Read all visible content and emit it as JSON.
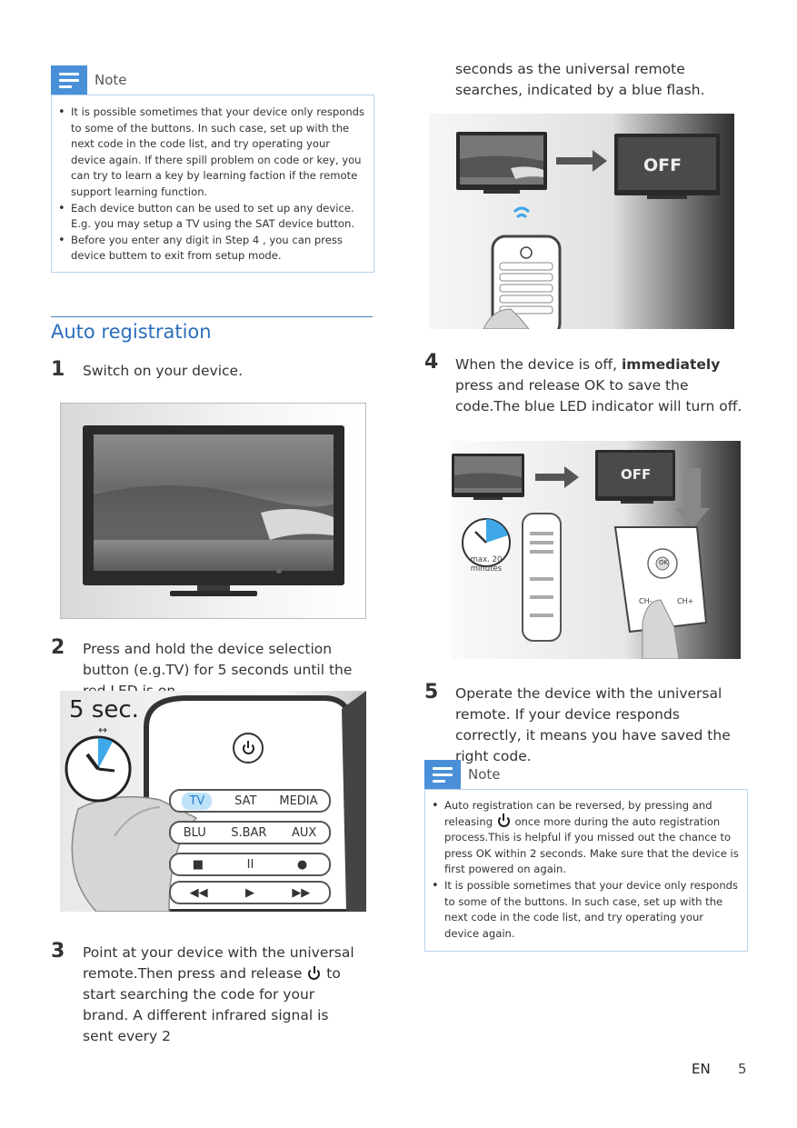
{
  "note1": {
    "title": "Note",
    "items": [
      "It is possible sometimes that your device only responds to some of the buttons. In such case, set up with the next code in the code list, and try operating your device again. If there spill problem on code or key, you can try to learn a key by learning faction if the remote support learning function.",
      "Each device button can be used to set up any device. E.g. you may setup a TV using the SAT device button.",
      "Before you enter any digit in Step 4 , you can press device buttem to exit from setup mode."
    ]
  },
  "section": {
    "title": "Auto registration"
  },
  "steps": {
    "s1": {
      "num": "1",
      "text": "Switch on your device."
    },
    "s2": {
      "num": "2",
      "text": "Press and hold the device selection button (e.g.TV) for 5 seconds until the red LED is on."
    },
    "s3": {
      "num": "3",
      "text_a": "Point at your device with the universal remote.Then press and release",
      "text_b": "to start searching the code for your brand. A different infrared signal is sent every 2"
    },
    "s3cont": "seconds as the universal remote searches, indicated by a blue flash.",
    "s4": {
      "num": "4",
      "text_a": "When the device is off,",
      "text_bold": "immediately",
      "text_b": "press and release",
      "text_ok": "OK",
      "text_c": "to save the code.The blue LED indicator will turn off."
    },
    "s5": {
      "num": "5",
      "text": "Operate the device with the universal remote. If your device responds correctly, it means you have saved the right code."
    }
  },
  "fig2": {
    "timer_label": "5 sec.",
    "row1": [
      "TV",
      "SAT",
      "MEDIA"
    ],
    "row2": [
      "BLU",
      "S.BAR",
      "AUX"
    ],
    "row3": [
      "■",
      "II",
      "●"
    ],
    "row4": [
      "◀◀",
      "▶",
      "▶▶"
    ]
  },
  "fig3": {
    "off_label": "OFF"
  },
  "fig4": {
    "off_label": "OFF",
    "clock_label": "max. 20 minutes",
    "ch_minus": "CH-",
    "ch_plus": "CH+",
    "ok": "OK"
  },
  "note2": {
    "title": "Note",
    "item1_a": "Auto registration can be reversed, by pressing and releasing",
    "item1_b": "once more during the auto registration process.This is helpful if you missed out the chance to press",
    "item1_ok": "OK",
    "item1_c": "within 2 seconds. Make sure that the device is first powered on again.",
    "item2": "It is possible sometimes that your device only responds to some of the buttons. In such case, set up with the next code in the code list, and try operating your device again."
  },
  "footer": {
    "lang": "EN",
    "page": "5"
  }
}
